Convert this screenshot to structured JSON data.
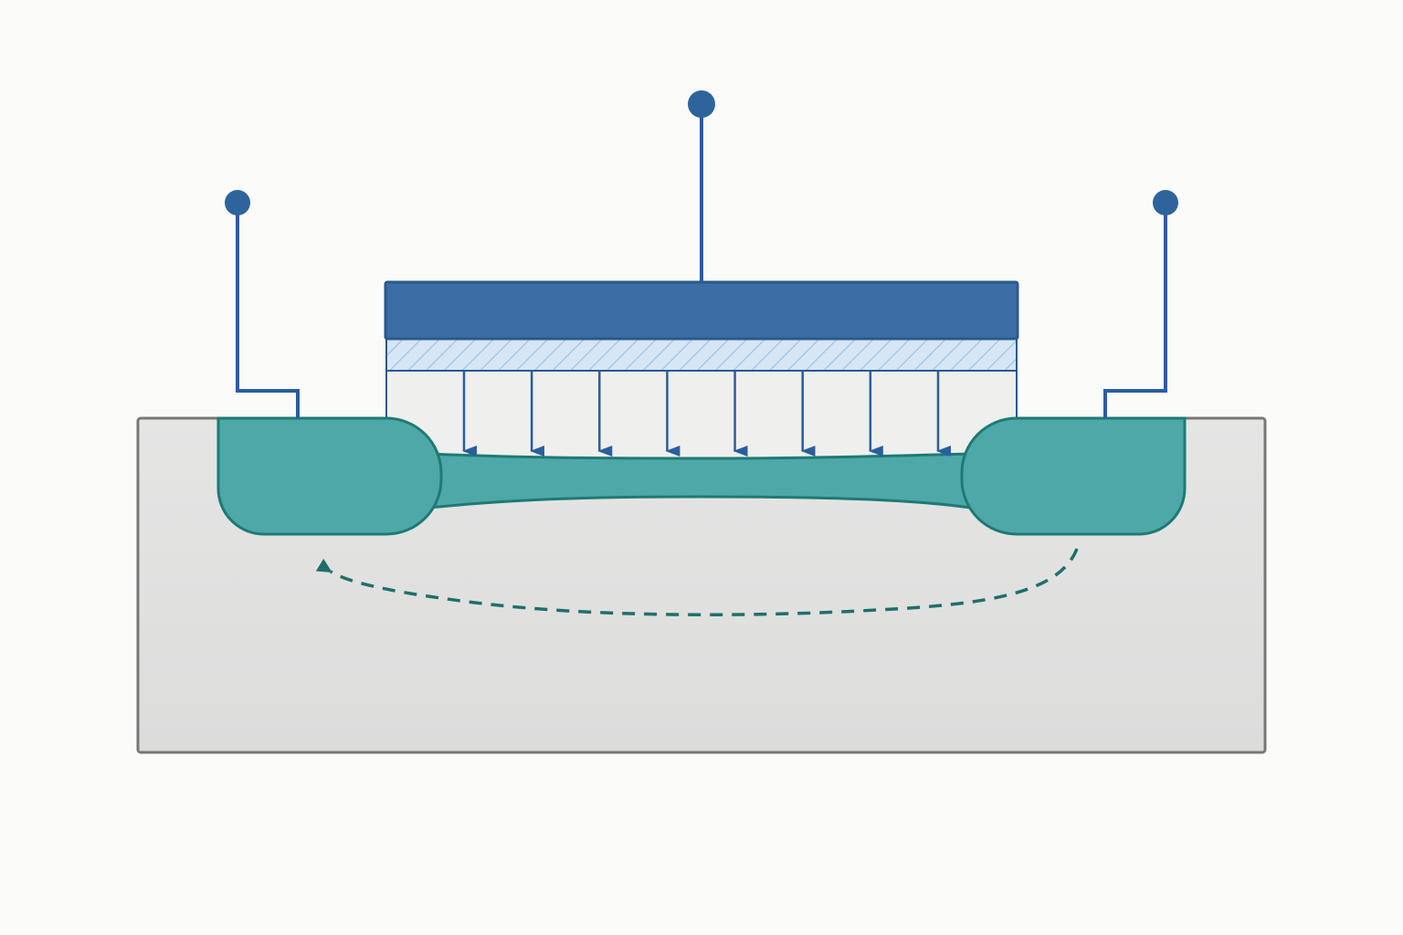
{
  "diagram": {
    "kind": "MOSFET cross-section",
    "labels": [],
    "channel_field_arrow_count": 8,
    "colors": {
      "background": "#fbfbf9",
      "substrate_fill": "#e2e2e2",
      "substrate_stroke": "#777777",
      "gate_fill": "#3c6ea5",
      "gate_stroke": "#2a5a8c",
      "oxide_fill": "#d6e6f5",
      "oxide_hatch": "#a9c8e6",
      "spacer_fill": "#efefee",
      "doped_fill": "#4ea8a8",
      "doped_stroke": "#1e7a74",
      "wire": "#2a5ea0",
      "terminal": "#2e649c",
      "current_path": "#1e6f6a"
    },
    "elements": {
      "terminal_source": "source-terminal",
      "terminal_gate": "gate-terminal",
      "terminal_drain": "drain-terminal",
      "gate": "gate-electrode",
      "oxide": "gate-oxide",
      "channel": "inversion-channel",
      "source": "source-region",
      "drain": "drain-region",
      "substrate": "substrate",
      "current": "carrier-flow-path"
    }
  }
}
